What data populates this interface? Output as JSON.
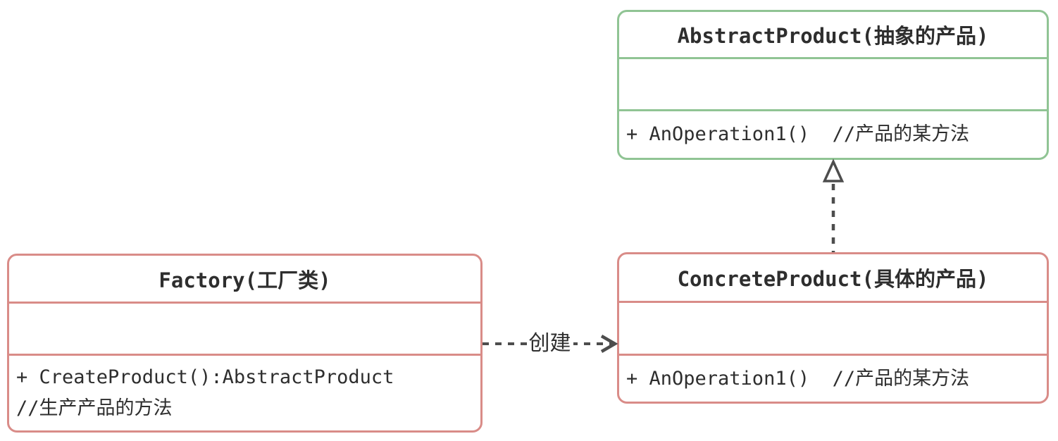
{
  "colors": {
    "abstract_product_border": "#90c494",
    "factory_border": "#d98c88",
    "concrete_product_border": "#d98c88",
    "arrow": "#4d4d4d",
    "text": "#2e2e2e",
    "background": "#ffffff"
  },
  "classes": [
    {
      "id": "abstract-product",
      "title": "AbstractProduct(抽象的产品)",
      "attributes": "",
      "methods": [
        "+ AnOperation1()  //产品的某方法"
      ],
      "border_color": "#90c494"
    },
    {
      "id": "factory",
      "title": "Factory(工厂类)",
      "attributes": "",
      "methods": [
        "+ CreateProduct():AbstractProduct",
        "//生产产品的方法"
      ],
      "border_color": "#d98c88"
    },
    {
      "id": "concrete-product",
      "title": "ConcreteProduct(具体的产品)",
      "attributes": "",
      "methods": [
        "+ AnOperation1()  //产品的某方法"
      ],
      "border_color": "#d98c88"
    }
  ],
  "relationships": [
    {
      "from": "concrete-product",
      "to": "abstract-product",
      "type": "realization",
      "line_style": "dashed",
      "arrowhead": "hollow-triangle-up",
      "label": ""
    },
    {
      "from": "factory",
      "to": "concrete-product",
      "type": "dependency",
      "line_style": "dashed",
      "arrowhead": "open-arrow-right",
      "label": "创建"
    }
  ]
}
